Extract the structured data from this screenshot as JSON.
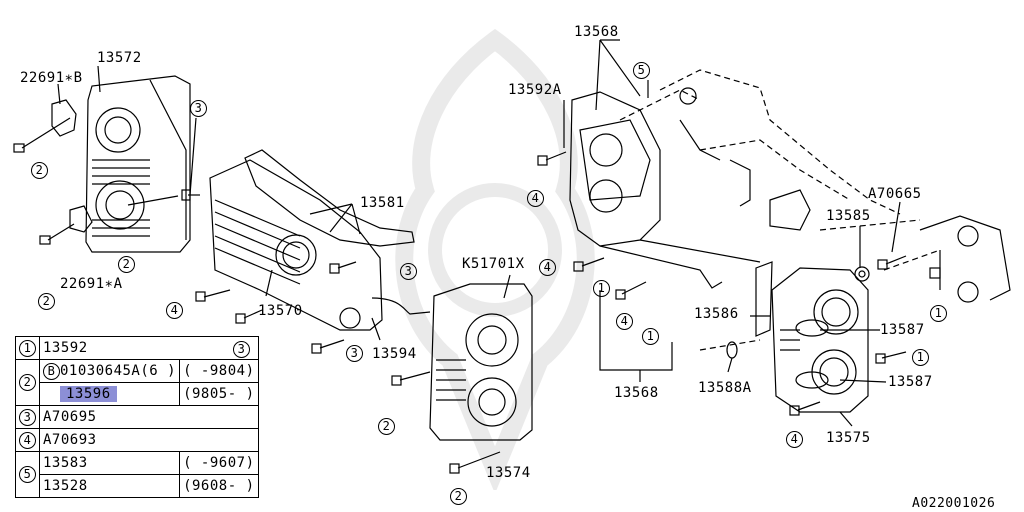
{
  "diagram_id": "A022001026",
  "callouts": {
    "p22691b": "22691∗B",
    "p13572": "13572",
    "p22691a": "22691∗A",
    "p13570": "13570",
    "p13581": "13581",
    "p13594": "13594",
    "pK51701X": "K51701X",
    "p13574": "13574",
    "p13568_top": "13568",
    "p13592A": "13592A",
    "p13568_bot": "13568",
    "pA70665": "A70665",
    "p13585": "13585",
    "p13586": "13586",
    "p13587_a": "13587",
    "p13587_b": "13587",
    "p13588A": "13588A",
    "p13575": "13575"
  },
  "circled_refs": {
    "c3_a": "3",
    "c2_a": "2",
    "c2_b": "2",
    "c2_c": "2",
    "c3_b": "3",
    "c4_a": "4",
    "c3_c": "3",
    "c3_d": "3",
    "c2_d": "2",
    "c2_e": "2",
    "c5": "5",
    "c4_b": "4",
    "c4_c": "4",
    "c1_a": "1",
    "c4_d": "4",
    "c1_b": "1",
    "c1_c": "1",
    "c1_d": "1",
    "c4_e": "4"
  },
  "legend": {
    "rows": [
      {
        "ref": "1",
        "part": "13592"
      },
      {
        "ref": "2",
        "part": "01030645A(6 )",
        "part_prefix": "B",
        "range": "(        -9804)",
        "part2": "13596",
        "range2": "(9805-        )"
      },
      {
        "ref": "3",
        "part": "A70695"
      },
      {
        "ref": "4",
        "part": "A70693"
      },
      {
        "ref": "5",
        "part": "13583",
        "range": "(      -9607)",
        "part2": "13528",
        "range2": "(9608-      )"
      }
    ]
  }
}
